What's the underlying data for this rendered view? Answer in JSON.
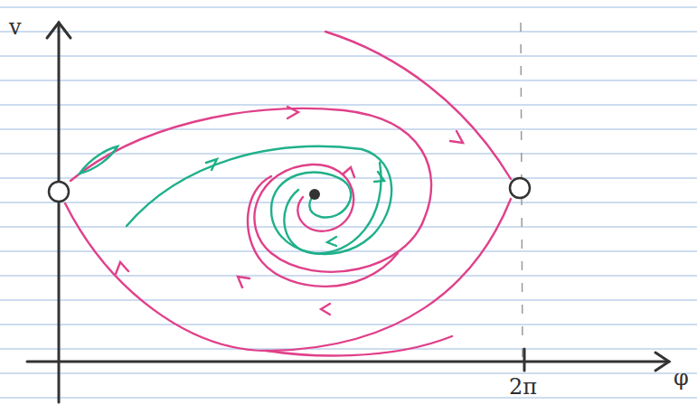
{
  "diagram": {
    "labels": [
      "v",
      "2π",
      "φ"
    ]
  }
}
